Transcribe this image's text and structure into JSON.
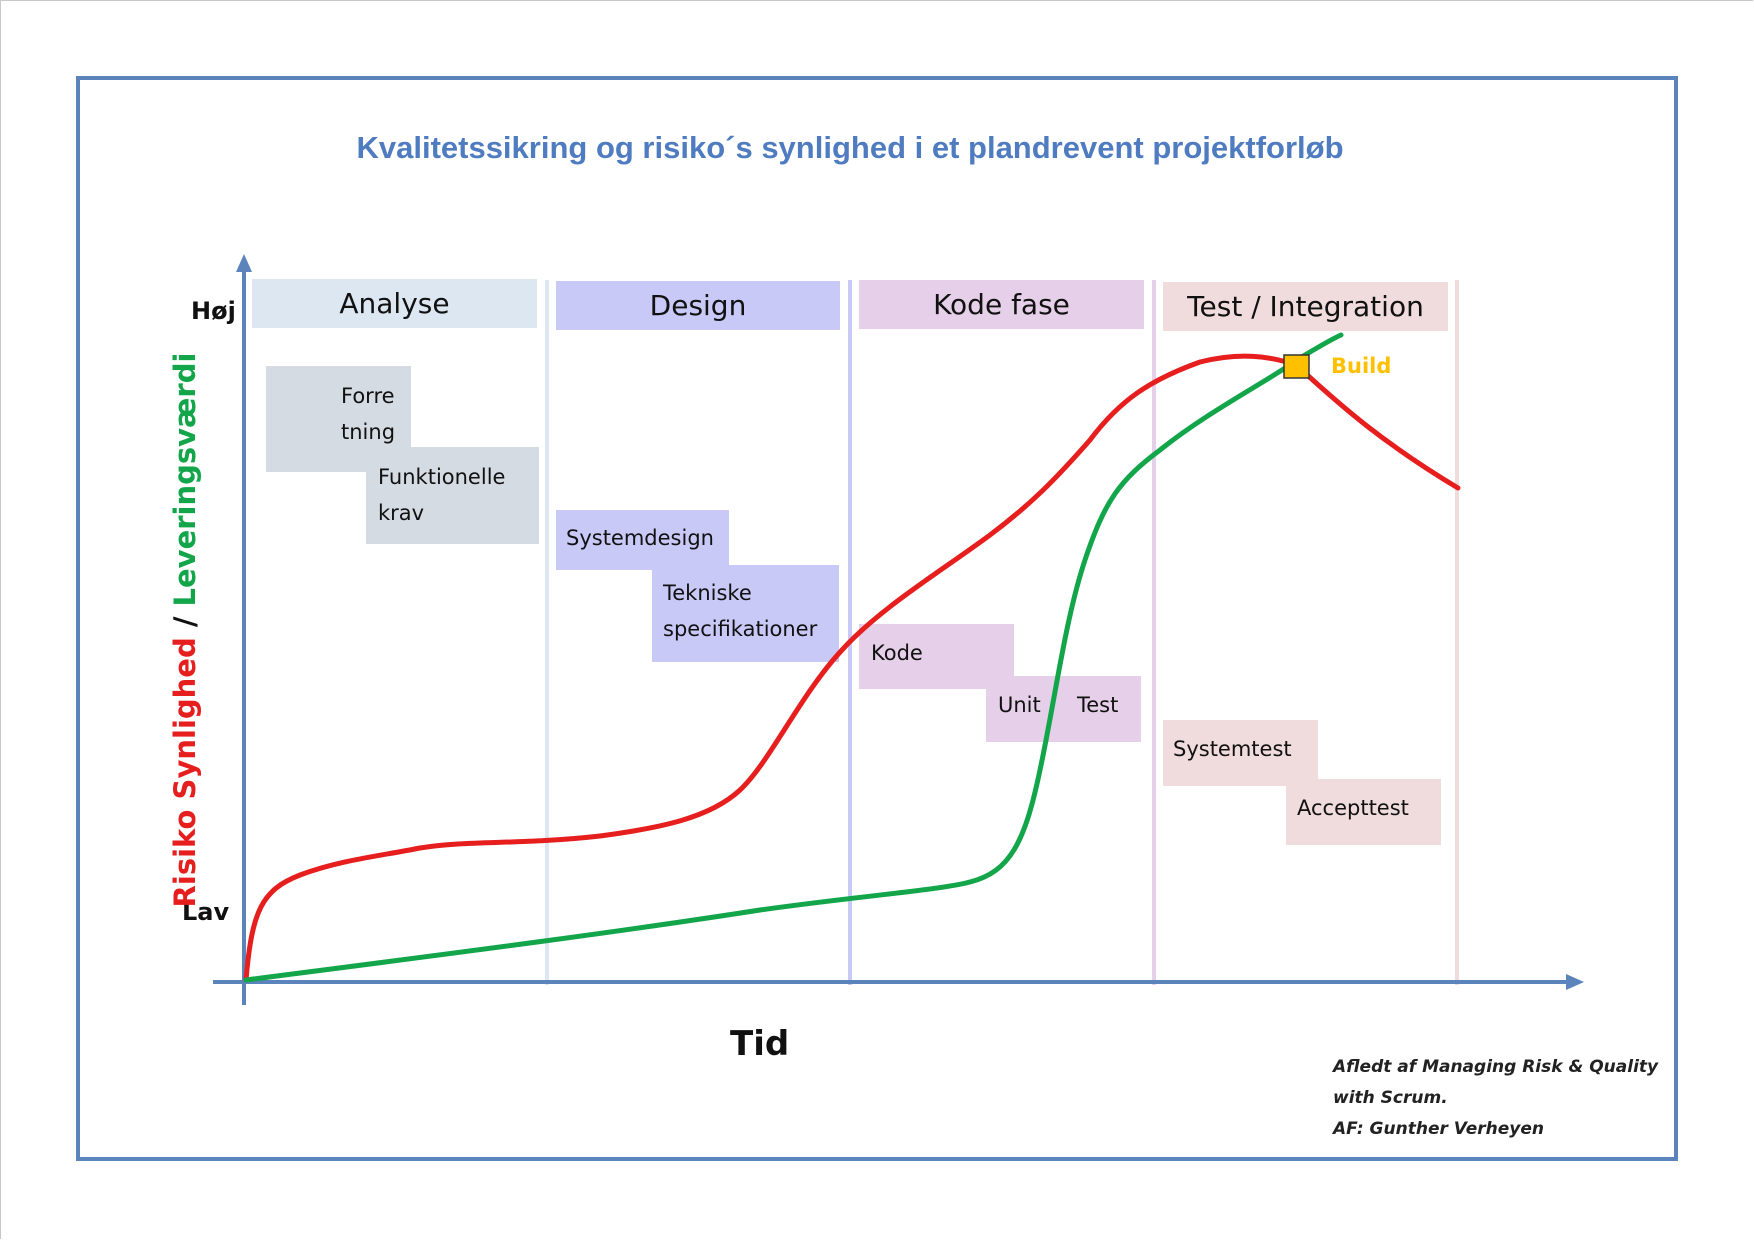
{
  "title": "Kvalitetssikring og risiko´s synlighed i et plandrevent projektforløb",
  "axes": {
    "y_high": "Høj",
    "y_low": "Lav",
    "x_label": "Tid",
    "y_label_red": "Risiko Synlighed",
    "y_label_separator": " / ",
    "y_label_green": "Leveringsværdi"
  },
  "phases": [
    {
      "label": "Analyse",
      "color": "#dde7f2"
    },
    {
      "label": "Design",
      "color": "#c9c9f8"
    },
    {
      "label": "Kode fase",
      "color": "#e6cfe8"
    },
    {
      "label": "Test / Integration",
      "color": "#f0dcdc"
    }
  ],
  "tasks": {
    "forretning_1": "Forre",
    "forretning_2": "tning",
    "funktionelle_1": "Funktionelle",
    "funktionelle_2": "krav",
    "systemdesign": "Systemdesign",
    "tekniske_1": "Tekniske",
    "tekniske_2": "specifikationer",
    "kode": "Kode",
    "unit": "Unit",
    "test": "Test",
    "systemtest": "Systemtest",
    "accepttest": "Accepttest"
  },
  "build_label": "Build",
  "credit": {
    "line1": "Afledt af Managing Risk & Quality",
    "line2": "with Scrum.",
    "line3": "AF: Gunther Verheyen"
  },
  "colors": {
    "frame": "#5b84bd",
    "axis": "#5b84bd",
    "risk_curve": "#e61e1e",
    "value_curve": "#12a54a",
    "build_marker": "#ffc000",
    "build_text": "#ffc000"
  }
}
